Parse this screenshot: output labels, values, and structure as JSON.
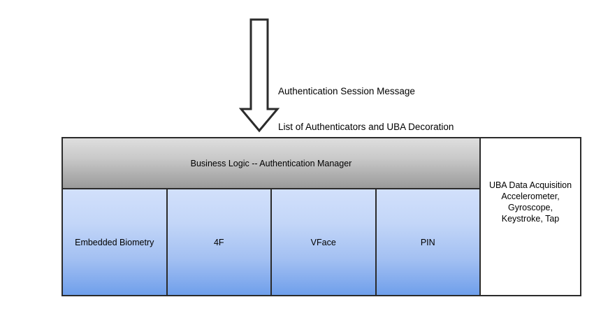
{
  "diagram": {
    "arrow": {
      "icon": "down-arrow-icon",
      "direction": "down",
      "stroke_color": "#2b2b2b",
      "fill_color": "#ffffff"
    },
    "message": {
      "line1": "Authentication Session Message",
      "line2": "List of Authenticators and UBA Decoration"
    },
    "business_logic": {
      "label": "Business Logic -- Authentication Manager",
      "gradient_top": "#dedede",
      "gradient_bottom": "#9b9b9b"
    },
    "authenticators": [
      {
        "label": "Embedded Biometry"
      },
      {
        "label": "4F"
      },
      {
        "label": "VFace"
      },
      {
        "label": "PIN"
      }
    ],
    "authenticator_style": {
      "gradient_top": "#d2e0fb",
      "gradient_bottom": "#6f9feb"
    },
    "uba_panel": {
      "label": "UBA Data Acquisition Accelerometer, Gyroscope, Keystroke, Tap",
      "background": "#ffffff"
    },
    "border_color": "#2b2b2b"
  }
}
